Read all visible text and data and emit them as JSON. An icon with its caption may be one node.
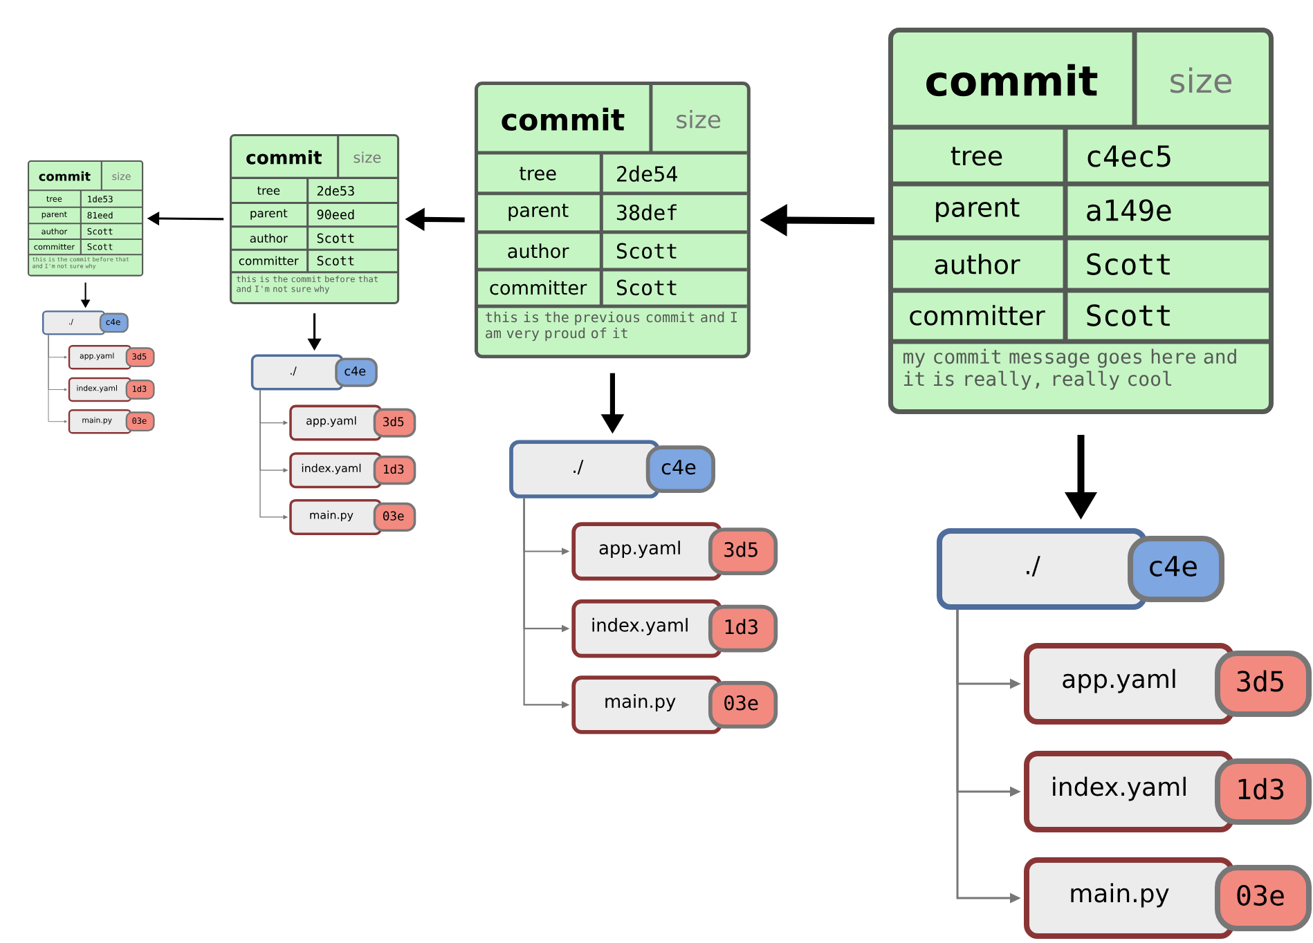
{
  "diagram": {
    "nodes": [
      {
        "text": [
          "commit",
          "size",
          "tree",
          "1de53",
          "parent",
          "81eed",
          "author",
          "Scott",
          "committer",
          "Scott",
          "this is the commit before that and I'm not sure why"
        ]
      },
      {
        "text": [
          "./",
          "c4e"
        ]
      },
      {
        "text": [
          "app.yaml",
          "3d5"
        ]
      },
      {
        "text": [
          "index.yaml",
          "1d3"
        ]
      },
      {
        "text": [
          "main.py",
          "03e"
        ]
      },
      {
        "text": [
          "commit",
          "size",
          "tree",
          "2de53",
          "parent",
          "90eed",
          "author",
          "Scott",
          "committer",
          "Scott",
          "this is the commit before that and I'm not sure why"
        ]
      },
      {
        "text": [
          "./",
          "c4e"
        ]
      },
      {
        "text": [
          "app.yaml",
          "3d5"
        ]
      },
      {
        "text": [
          "index.yaml",
          "1d3"
        ]
      },
      {
        "text": [
          "main.py",
          "03e"
        ]
      },
      {
        "text": [
          "commit",
          "size",
          "tree",
          "2de54",
          "parent",
          "38def",
          "author",
          "Scott",
          "committer",
          "Scott",
          "this is the previous commit and I am very proud of it"
        ]
      },
      {
        "text": [
          "./",
          "c4e"
        ]
      },
      {
        "text": [
          "app.yaml",
          "3d5"
        ]
      },
      {
        "text": [
          "index.yaml",
          "1d3"
        ]
      },
      {
        "text": [
          "main.py",
          "03e"
        ]
      },
      {
        "text": [
          "commit",
          "size",
          "tree",
          "c4ec5",
          "parent",
          "a149e",
          "author",
          "Scott",
          "committer",
          "Scott",
          "my commit message goes here and it is really, really cool"
        ]
      },
      {
        "text": [
          "./",
          "c4e"
        ]
      },
      {
        "text": [
          "app.yaml",
          "3d5"
        ]
      },
      {
        "text": [
          "index.yaml",
          "1d3"
        ]
      },
      {
        "text": [
          "main.py",
          "03e"
        ]
      }
    ],
    "edges": [
      {
        "from": 15,
        "to": 10,
        "arrow": "to",
        "style": "thick",
        "color": "#000000"
      },
      {
        "from": 10,
        "to": 5,
        "arrow": "to",
        "style": "thick",
        "color": "#000000"
      },
      {
        "from": 5,
        "to": 0,
        "arrow": "to",
        "color": "#000000"
      },
      {
        "from": 0,
        "to": 1,
        "arrow": "to",
        "color": "#000000"
      },
      {
        "from": 1,
        "to": 2,
        "arrow": "to"
      },
      {
        "from": 1,
        "to": 3,
        "arrow": "to"
      },
      {
        "from": 1,
        "to": 4,
        "arrow": "to"
      },
      {
        "from": 5,
        "to": 6,
        "arrow": "to",
        "color": "#000000"
      },
      {
        "from": 6,
        "to": 7,
        "arrow": "to"
      },
      {
        "from": 6,
        "to": 8,
        "arrow": "to"
      },
      {
        "from": 6,
        "to": 9,
        "arrow": "to"
      },
      {
        "from": 10,
        "to": 11,
        "arrow": "to",
        "style": "thick",
        "color": "#000000"
      },
      {
        "from": 11,
        "to": 12,
        "arrow": "to"
      },
      {
        "from": 11,
        "to": 13,
        "arrow": "to"
      },
      {
        "from": 11,
        "to": 14,
        "arrow": "to"
      },
      {
        "from": 15,
        "to": 16,
        "arrow": "to",
        "style": "thick",
        "color": "#000000"
      },
      {
        "from": 16,
        "to": 17,
        "arrow": "to"
      },
      {
        "from": 16,
        "to": 18,
        "arrow": "to"
      },
      {
        "from": 16,
        "to": 19,
        "arrow": "to"
      }
    ]
  }
}
